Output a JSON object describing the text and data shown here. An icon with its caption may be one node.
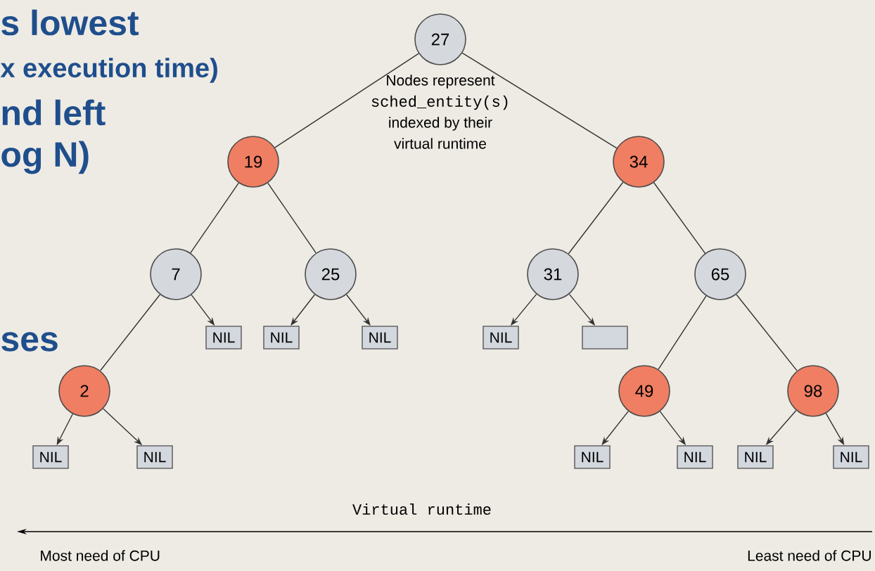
{
  "diagram": {
    "nodes": [
      {
        "text": [
          "27"
        ]
      },
      {
        "text": [
          "19"
        ]
      },
      {
        "text": [
          "34"
        ]
      },
      {
        "text": [
          "7"
        ]
      },
      {
        "text": [
          "25"
        ]
      },
      {
        "text": [
          "31"
        ]
      },
      {
        "text": [
          "65"
        ]
      },
      {
        "text": [
          "2"
        ]
      },
      {
        "text": [
          "NIL"
        ]
      },
      {
        "text": [
          "NIL"
        ]
      },
      {
        "text": [
          "NIL"
        ]
      },
      {
        "text": [
          "NIL"
        ]
      },
      {
        "text": [],
        "shape": "box"
      },
      {
        "text": [
          "49"
        ]
      },
      {
        "text": [
          "98"
        ]
      },
      {
        "text": [
          "NIL"
        ]
      },
      {
        "text": [
          "NIL"
        ]
      },
      {
        "text": [
          "NIL"
        ]
      },
      {
        "text": [
          "NIL"
        ]
      },
      {
        "text": [
          "NIL"
        ]
      },
      {
        "text": [
          "NIL"
        ]
      }
    ],
    "edges": [
      {
        "from": 0,
        "to": 1,
        "arrow": "none"
      },
      {
        "from": 0,
        "to": 2,
        "arrow": "none"
      },
      {
        "from": 1,
        "to": 3,
        "arrow": "none"
      },
      {
        "from": 1,
        "to": 4,
        "arrow": "none"
      },
      {
        "from": 2,
        "to": 5,
        "arrow": "none"
      },
      {
        "from": 2,
        "to": 6,
        "arrow": "none"
      },
      {
        "from": 3,
        "to": 7,
        "arrow": "none"
      },
      {
        "from": 3,
        "to": 8,
        "arrow": "to"
      },
      {
        "from": 4,
        "to": 9,
        "arrow": "to"
      },
      {
        "from": 4,
        "to": 10,
        "arrow": "to"
      },
      {
        "from": 5,
        "to": 11,
        "arrow": "to"
      },
      {
        "from": 5,
        "to": 12,
        "arrow": "to"
      },
      {
        "from": 6,
        "to": 13,
        "arrow": "none"
      },
      {
        "from": 6,
        "to": 14,
        "arrow": "none"
      },
      {
        "from": 7,
        "to": 15,
        "arrow": "to"
      },
      {
        "from": 7,
        "to": 16,
        "arrow": "to"
      },
      {
        "from": 13,
        "to": 17,
        "arrow": "to"
      },
      {
        "from": 13,
        "to": 18,
        "arrow": "to"
      },
      {
        "from": 14,
        "to": 19,
        "arrow": "to"
      },
      {
        "from": 14,
        "to": 20,
        "arrow": "to"
      }
    ],
    "labels": [
      "s lowest",
      "x execution time)",
      "nd left",
      "og N)",
      "ses",
      "Nodes represent",
      "sched_entity(s)",
      "indexed by their",
      "virtual runtime",
      "Virtual runtime",
      "Most need of CPU",
      "Least need of CPU"
    ]
  }
}
